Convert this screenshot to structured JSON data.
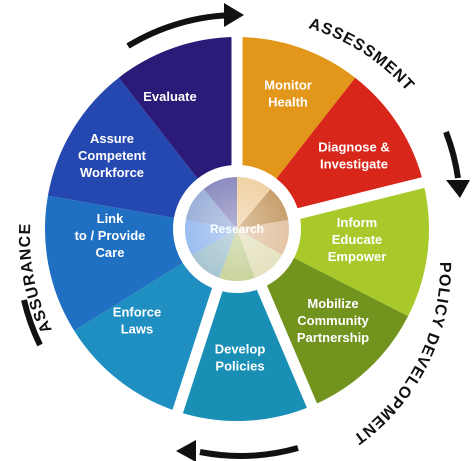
{
  "outer_labels": [
    "ASSESSMENT",
    "POLICY DEVELOPMENT",
    "ASSURANCE"
  ],
  "hub_label": "Research",
  "segments": [
    {
      "lines": [
        "Monitor",
        "Health"
      ],
      "color": "#e2961a"
    },
    {
      "lines": [
        "Diagnose &",
        "Investigate"
      ],
      "color": "#d8261b"
    },
    {
      "lines": [
        "Inform",
        "Educate",
        "Empower"
      ],
      "color": "#a9c92b"
    },
    {
      "lines": [
        "Mobilize",
        "Community",
        "Partnership"
      ],
      "color": "#72931e"
    },
    {
      "lines": [
        "Develop",
        "Policies"
      ],
      "color": "#1a8fb5"
    },
    {
      "lines": [
        "Enforce",
        "Laws"
      ],
      "color": "#1f8fc2"
    },
    {
      "lines": [
        "Link",
        "to / Provide",
        "Care"
      ],
      "color": "#1f6fc2"
    },
    {
      "lines": [
        "Assure",
        "Competent",
        "Workforce"
      ],
      "color": "#2548b0"
    },
    {
      "lines": [
        "Evaluate"
      ],
      "color": "#2b1a78"
    }
  ],
  "hub_colors": [
    "#f0d2a6",
    "#c9a06e",
    "#e4c5a6",
    "#e5e2c0",
    "#c9d49e",
    "#a8c6d2",
    "#9bbdf0",
    "#9db1d9",
    "#8c8cc0"
  ]
}
